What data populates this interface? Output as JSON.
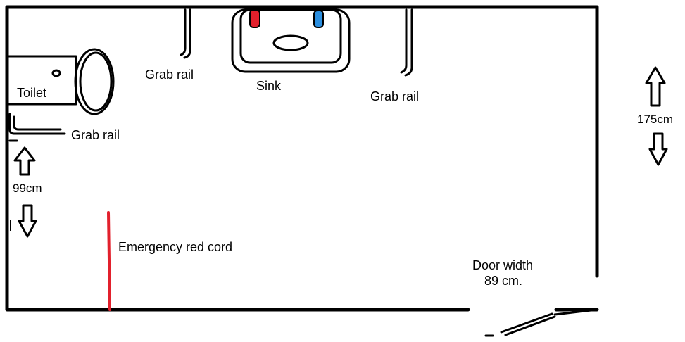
{
  "labels": {
    "toilet": "Toilet",
    "sink": "Sink",
    "grab_rail_left": "Grab rail",
    "grab_rail_right": "Grab rail",
    "grab_rail_toilet": "Grab rail",
    "emergency_cord": "Emergency red cord",
    "door_width_title": "Door width",
    "door_width_value": "89 cm.",
    "room_depth": "99cm",
    "room_width": "175cm"
  },
  "colors": {
    "wall": "#000000",
    "emergency_cord": "#e2202c",
    "hot_tap": "#e2202c",
    "cold_tap": "#2b8fe0"
  }
}
